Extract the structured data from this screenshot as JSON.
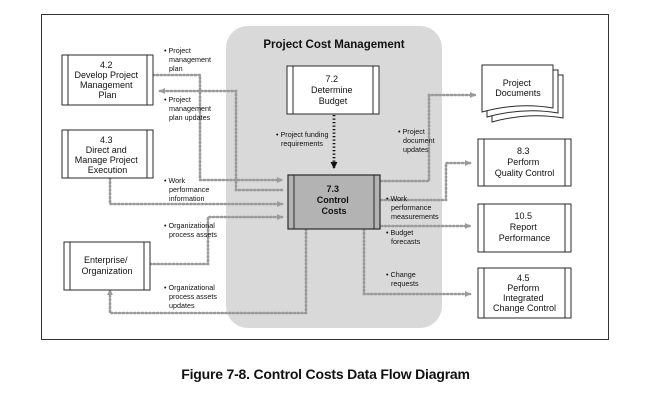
{
  "diagram": {
    "group_title": "Project Cost Management",
    "caption": "Figure 7-8. Control Costs Data Flow Diagram",
    "colors": {
      "group_fill": "#d9d9d9",
      "center_fill": "#b3b3b3",
      "line": "#2a2a2a",
      "dotted_arrow": "#9a9a9a"
    },
    "boxes": {
      "b42": [
        "4.2",
        "Develop Project",
        "Management",
        "Plan"
      ],
      "b43": [
        "4.3",
        "Direct and",
        "Manage Project",
        "Execution"
      ],
      "ent": [
        "Enterprise/",
        "Organization"
      ],
      "b72": [
        "7.2",
        "Determine",
        "Budget"
      ],
      "b73": [
        "7.3",
        "Control",
        "Costs"
      ],
      "docs": [
        "Project",
        "Documents"
      ],
      "b83": [
        "8.3",
        "Perform",
        "Quality Control"
      ],
      "b105": [
        "10.5",
        "Report",
        "Performance"
      ],
      "b45": [
        "4.5",
        "Perform",
        "Integrated",
        "Change  Control"
      ]
    },
    "flows": {
      "pmp": [
        "• Project",
        "management",
        "plan"
      ],
      "pmpu": [
        "• Project",
        "management",
        "plan updates"
      ],
      "wpi": [
        "• Work",
        "performance",
        "information"
      ],
      "opa": [
        "• Organizational",
        "process assets"
      ],
      "opau": [
        "• Organizational",
        "process assets",
        "updates"
      ],
      "pfr": [
        "• Project funding",
        "requirements"
      ],
      "pdu": [
        "• Project",
        "document",
        "updates"
      ],
      "wpm": [
        "• Work",
        "performance",
        "measurements"
      ],
      "bf": [
        "• Budget",
        "forecasts"
      ],
      "cr": [
        "• Change",
        "requests"
      ]
    }
  }
}
